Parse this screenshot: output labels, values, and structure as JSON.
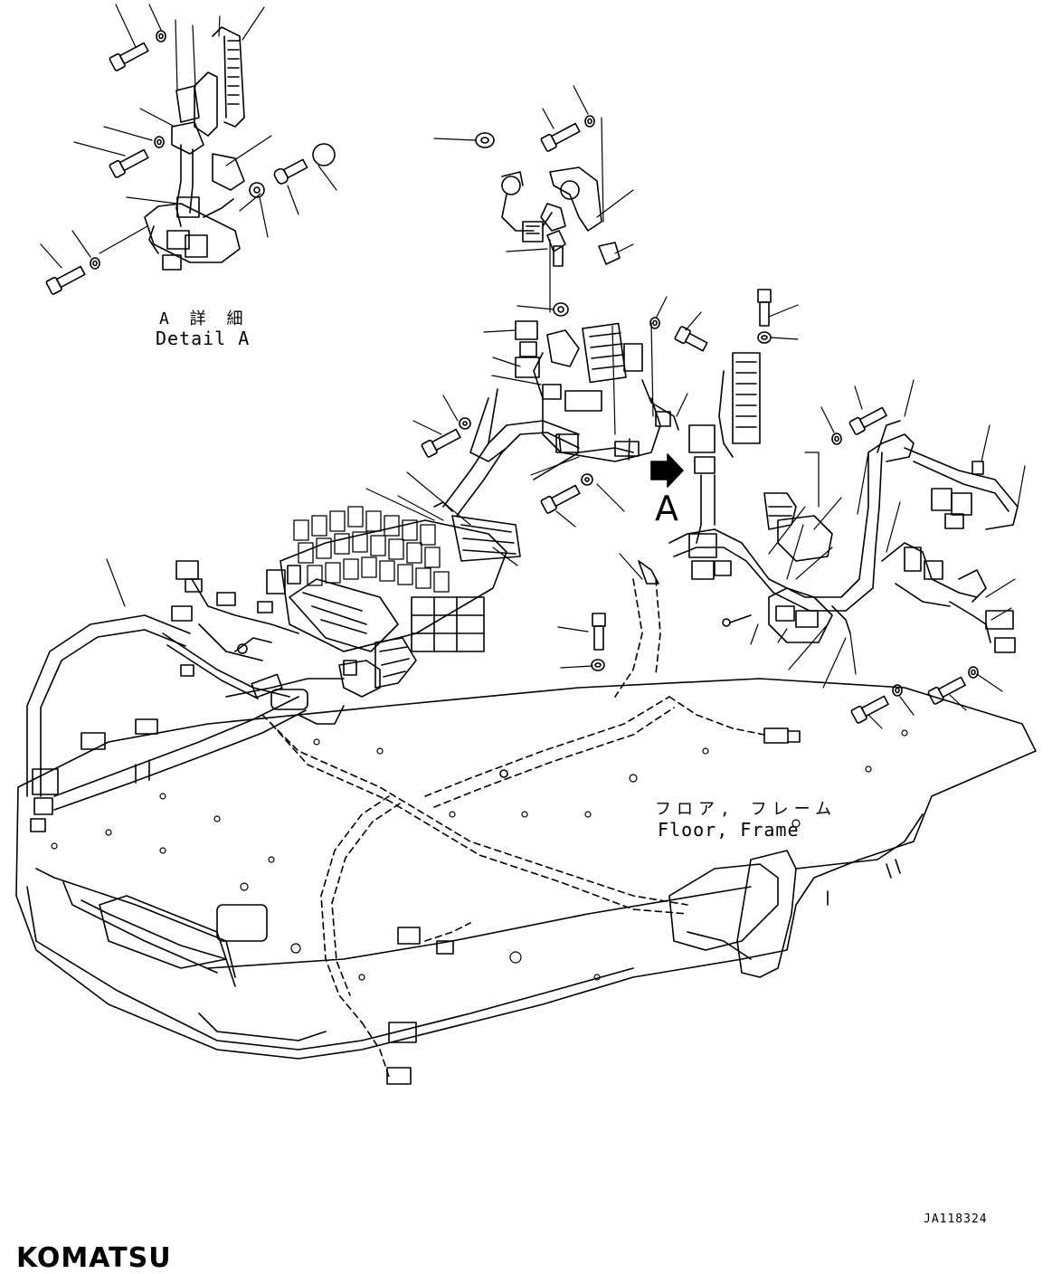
{
  "detail": {
    "label_jp": "A 詳 細",
    "label_en": "Detail A"
  },
  "view_marker": {
    "letter": "A"
  },
  "floor": {
    "label_jp": "フロア, フレーム",
    "label_en": "Floor, Frame"
  },
  "drawing_number": "JA118324",
  "brand": {
    "logo_text": "KOMATSU"
  }
}
